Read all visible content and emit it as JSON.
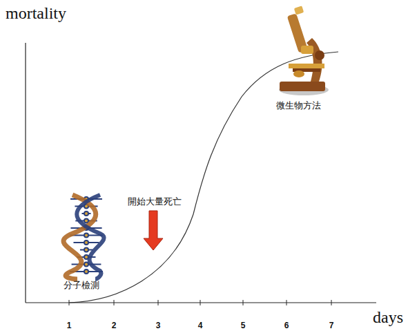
{
  "diagram": {
    "labels": [
      "mortality",
      "days",
      "1",
      "2",
      "3",
      "4",
      "5",
      "6",
      "7",
      "開始大量死亡",
      "分子檢測",
      "微生物方法"
    ]
  }
}
